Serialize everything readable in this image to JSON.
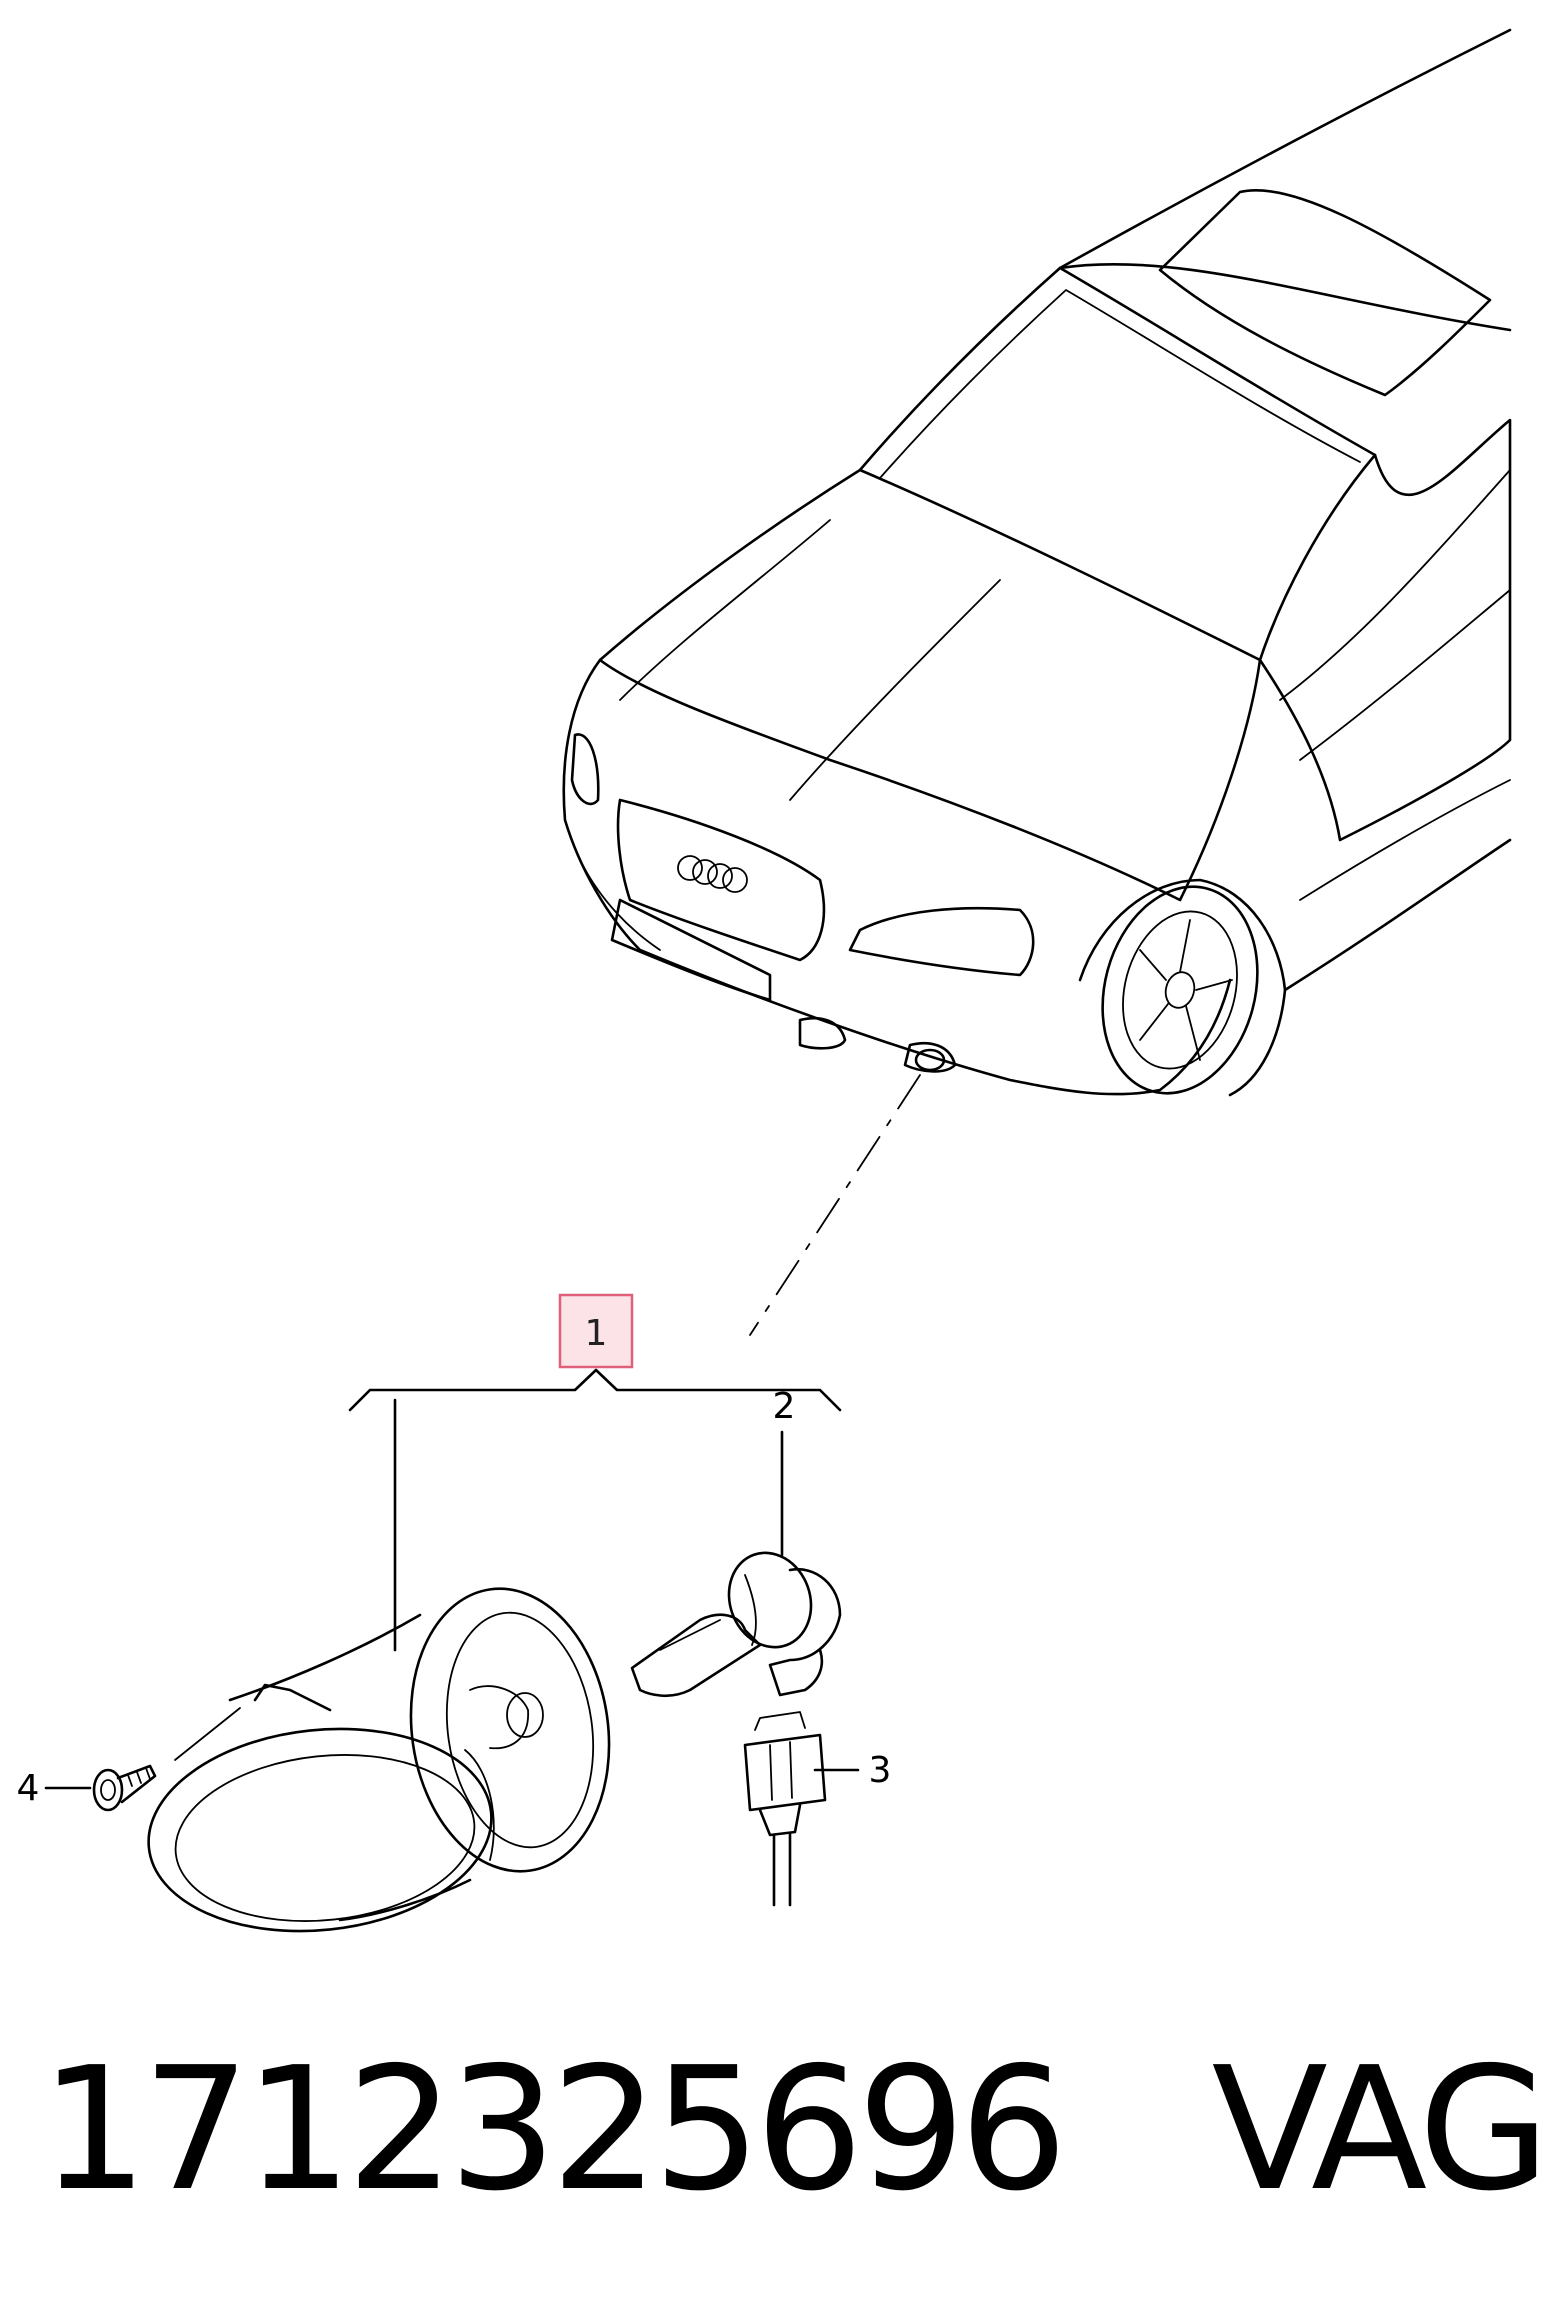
{
  "callouts": {
    "item1": "1",
    "item2": "2",
    "item3": "3",
    "item4": "4"
  },
  "footer": {
    "part_number": "1712325696",
    "brand": "VAG"
  },
  "colors": {
    "line": "#000000",
    "highlight_fill": "#fbe3e8",
    "highlight_border": "#e0607a"
  }
}
